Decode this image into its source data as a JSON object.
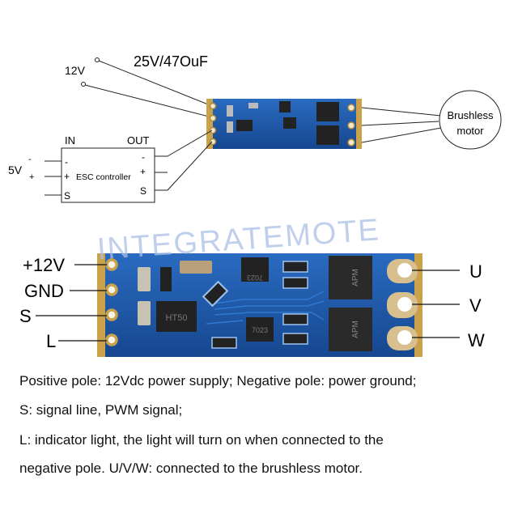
{
  "top_diagram": {
    "supply_label": "12V",
    "capacitor_label": "25V/47OuF",
    "esc": {
      "title": "ESC controller",
      "in_label": "IN",
      "out_label": "OUT",
      "supply_label": "5V",
      "in_minus": "-",
      "in_plus": "+",
      "in_s": "S",
      "out_minus": "-",
      "out_plus": "+",
      "out_s": "S",
      "supply_minus": "-",
      "supply_plus": "+"
    },
    "motor_label_1": "Brushless",
    "motor_label_2": "motor"
  },
  "board": {
    "watermark": "INTEGRATEMOTE",
    "regulator_marking": "HT50",
    "driver_marking_1": "7023",
    "driver_marking_2": "7023",
    "mosfet_marking_1": "APM",
    "mosfet_marking_2": "APM",
    "pins_left": [
      "+12V",
      "GND",
      "S",
      "L"
    ],
    "pins_right": [
      "U",
      "V",
      "W"
    ],
    "pcb_color": "#1b56a8"
  },
  "description": [
    "Positive pole: 12Vdc power supply; Negative pole: power ground;",
    "S: signal line, PWM signal;",
    "L: indicator light, the light will turn on when connected to the",
    "negative pole. U/V/W: connected to the brushless motor."
  ]
}
